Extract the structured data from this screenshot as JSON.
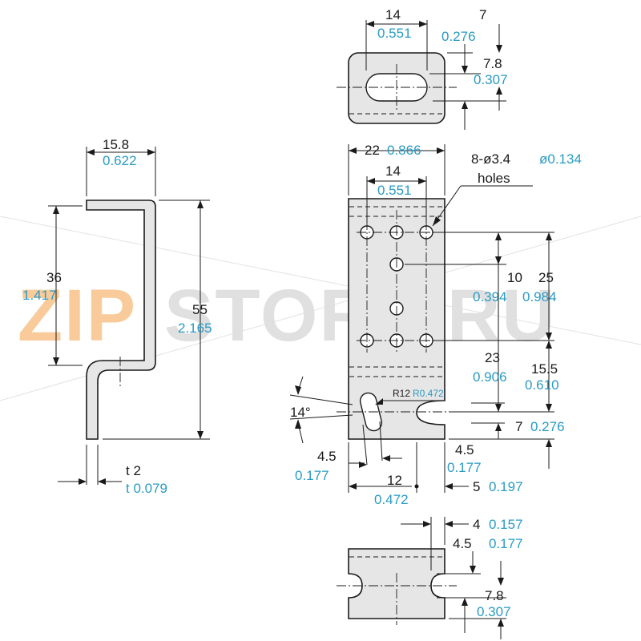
{
  "colors": {
    "imperial_blue": "#2a9bc4",
    "watermark_orange": "#f5a24a",
    "watermark_gray": "#c8c8c8",
    "part_fill": "#e6e6e6"
  },
  "watermark": {
    "text_zip": "ZIP",
    "text_rest": "STORE.RU"
  },
  "side_view": {
    "width_mm": "15.8",
    "width_in": "0.622",
    "offset_mm": "36",
    "offset_in": "1.417",
    "height_mm": "55",
    "height_in": "2.165",
    "thickness_mm": "t 2",
    "thickness_in": "t 0.079"
  },
  "top_view": {
    "slot_len_mm": "14",
    "slot_len_in": "0.551",
    "edge_mm": "7",
    "edge_in": "0.276",
    "depth_mm": "7.8",
    "depth_in": "0.307"
  },
  "front_view": {
    "width_mm": "22",
    "width_in": "0.866",
    "pitch_mm": "14",
    "pitch_in": "0.551",
    "holes_label_mm": "8-ø3.4",
    "holes_label_in": "ø0.134",
    "holes_word": "holes",
    "v10_mm": "10",
    "v10_in": "0.394",
    "v25_mm": "25",
    "v25_in": "0.984",
    "v23_mm": "23",
    "v23_in": "0.906",
    "v155_mm": "15.5",
    "v155_in": "0.610",
    "angle": "14°",
    "radius_mm": "R12",
    "radius_in": "R0.472",
    "v7_mm": "7",
    "v7_in": "0.276",
    "slot_w_mm": "4.5",
    "slot_w_in": "0.177",
    "notch_w_mm": "4.5",
    "notch_w_in": "0.177",
    "slot_pos_mm": "12",
    "slot_pos_in": "0.472",
    "notch_pos_mm": "5",
    "notch_pos_in": "0.197"
  },
  "bottom_view": {
    "notch_len_mm": "4",
    "notch_len_in": "0.157",
    "notch_w_mm": "4.5",
    "notch_w_in": "0.177",
    "depth_mm": "7.8",
    "depth_in": "0.307"
  }
}
